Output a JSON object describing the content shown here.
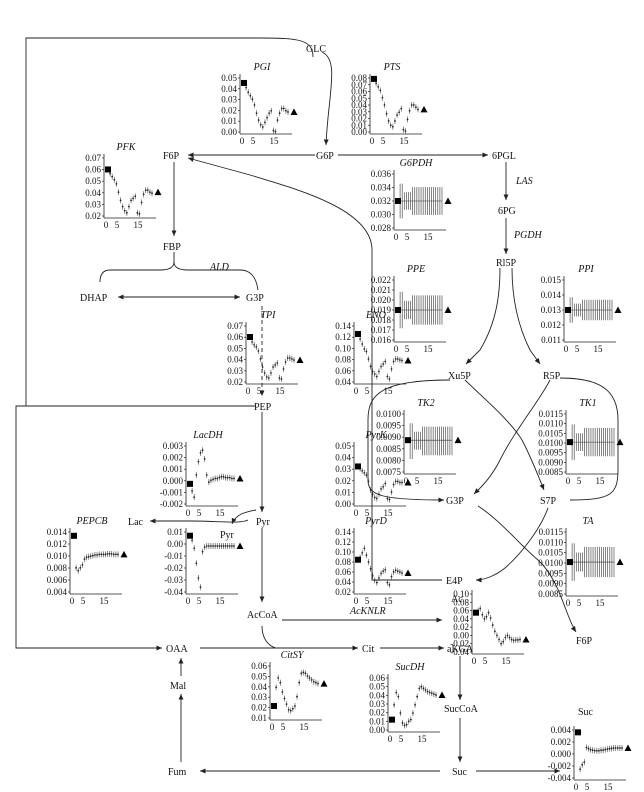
{
  "metabolites": {
    "GLC": "GLC",
    "G6P": "G6P",
    "F6P": "F6P",
    "6PGL": "6PGL",
    "6PG": "6PG",
    "Rl5P": "Rl5P",
    "FBP": "FBP",
    "DHAP": "DHAP",
    "G3P": "G3P",
    "Xu5P": "Xu5P",
    "R5P": "R5P",
    "PEP": "PEP",
    "G3P_b": "G3P",
    "S7P": "S7P",
    "E4P": "E4P",
    "F6P_b": "F6P",
    "Lac": "Lac",
    "Pyr": "Pyr",
    "Ac": "Ac",
    "AcCoA": "AcCoA",
    "OAA": "OAA",
    "Cit": "Cit",
    "aKGA": "aKGA",
    "SucCoA": "SucCoA",
    "Suc": "Suc",
    "Fum": "Fum",
    "Mal": "Mal"
  },
  "reaction_labels": {
    "LAS": "LAS",
    "PGDH": "PGDH",
    "ALD": "ALD",
    "AcKNLR": "AcKNLR"
  },
  "plots": [
    {
      "title": "PGI",
      "yticks": [
        "0.05",
        "0.04",
        "0.03",
        "0.02",
        "0.01",
        "0.00"
      ],
      "xticks": [
        "0",
        "5",
        "15"
      ],
      "ymin": 0.0,
      "ymax": 0.05,
      "series": [
        0.044,
        0.04,
        0.036,
        0.033,
        0.03,
        0.025,
        0.018,
        0.012,
        0.008,
        0.006,
        0.01,
        0.014,
        0.018,
        0.02,
        0.003,
        0.002,
        0.012,
        0.018,
        0.022,
        0.022,
        0.02,
        0.019
      ],
      "start": 0.044,
      "end": 0.019
    },
    {
      "title": "PTS",
      "yticks": [
        "0.08",
        "0.07",
        "0.06",
        "0.05",
        "0.04",
        "0.03",
        "0.02",
        "0.01",
        "0.00"
      ],
      "xticks": [
        "0",
        "5",
        "15"
      ],
      "ymin": 0.0,
      "ymax": 0.08,
      "series": [
        0.076,
        0.07,
        0.065,
        0.06,
        0.05,
        0.04,
        0.028,
        0.018,
        0.012,
        0.01,
        0.018,
        0.026,
        0.03,
        0.035,
        0.006,
        0.004,
        0.02,
        0.032,
        0.04,
        0.04,
        0.037,
        0.034
      ],
      "start": 0.076,
      "end": 0.034
    },
    {
      "title": "PFK",
      "yticks": [
        "0.07",
        "0.06",
        "0.05",
        "0.04",
        "0.03",
        "0.02"
      ],
      "xticks": [
        "0",
        "5",
        "15"
      ],
      "ymin": 0.015,
      "ymax": 0.075,
      "series": [
        0.062,
        0.058,
        0.055,
        0.052,
        0.048,
        0.04,
        0.032,
        0.026,
        0.022,
        0.02,
        0.026,
        0.032,
        0.034,
        0.036,
        0.02,
        0.019,
        0.03,
        0.038,
        0.042,
        0.042,
        0.04,
        0.039
      ],
      "start": 0.062,
      "end": 0.04
    },
    {
      "title": "G6PDH",
      "yticks": [
        "0.036",
        "0.034",
        "0.032",
        "0.030",
        "0.028"
      ],
      "xticks": [
        "0",
        "5",
        "15"
      ],
      "ymin": 0.027,
      "ymax": 0.037,
      "band": [
        0.029,
        0.035
      ],
      "start": 0.032,
      "end": 0.032
    },
    {
      "title": "PPE",
      "yticks": [
        "0.022",
        "0.021",
        "0.020",
        "0.019",
        "0.018",
        "0.017",
        "0.016"
      ],
      "xticks": [
        "0",
        "5",
        "15"
      ],
      "ymin": 0.0155,
      "ymax": 0.0225,
      "band": [
        0.017,
        0.021
      ],
      "start": 0.019,
      "end": 0.019
    },
    {
      "title": "PPI",
      "yticks": [
        "0.015",
        "0.014",
        "0.013",
        "0.012",
        "0.011"
      ],
      "xticks": [
        "0",
        "5",
        "15"
      ],
      "ymin": 0.0105,
      "ymax": 0.0155,
      "band": [
        0.012,
        0.014
      ],
      "start": 0.013,
      "end": 0.013
    },
    {
      "title": "TPI",
      "yticks": [
        "0.07",
        "0.06",
        "0.05",
        "0.04",
        "0.03",
        "0.02"
      ],
      "xticks": [
        "0",
        "5",
        "15"
      ],
      "ymin": 0.015,
      "ymax": 0.075,
      "series": [
        0.062,
        0.057,
        0.054,
        0.052,
        0.048,
        0.04,
        0.032,
        0.026,
        0.022,
        0.021,
        0.026,
        0.032,
        0.034,
        0.036,
        0.021,
        0.02,
        0.03,
        0.037,
        0.041,
        0.041,
        0.04,
        0.039
      ],
      "start": 0.062,
      "end": 0.039
    },
    {
      "title": "ENO",
      "yticks": [
        "0.14",
        "0.12",
        "0.10",
        "0.08",
        "0.06",
        "0.04"
      ],
      "xticks": [
        "0",
        "5",
        "15"
      ],
      "ymin": 0.03,
      "ymax": 0.15,
      "series": [
        0.13,
        0.12,
        0.11,
        0.1,
        0.095,
        0.08,
        0.065,
        0.055,
        0.05,
        0.045,
        0.055,
        0.065,
        0.07,
        0.075,
        0.045,
        0.04,
        0.06,
        0.075,
        0.08,
        0.08,
        0.078,
        0.077
      ],
      "start": 0.13,
      "end": 0.077
    },
    {
      "title": "TK2",
      "yticks": [
        "0.0100",
        "0.0095",
        "0.0090",
        "0.0085",
        "0.0080",
        "0.0075"
      ],
      "xticks": [
        "0",
        "5",
        "15"
      ],
      "ymin": 0.007,
      "ymax": 0.0103,
      "band": [
        0.0078,
        0.0097
      ],
      "start": 0.0088,
      "end": 0.0088
    },
    {
      "title": "TK1",
      "yticks": [
        "0.0115",
        "0.0110",
        "0.0105",
        "0.0100",
        "0.0095",
        "0.0090",
        "0.0085"
      ],
      "xticks": [
        "0",
        "5",
        "15"
      ],
      "ymin": 0.0082,
      "ymax": 0.0117,
      "band": [
        0.009,
        0.011
      ],
      "start": 0.01,
      "end": 0.01
    },
    {
      "title": "LacDH",
      "yticks": [
        "0.003",
        "0.002",
        "0.001",
        "0.000",
        "-0.001",
        "-0.002"
      ],
      "xticks": [
        "0",
        "5",
        "15"
      ],
      "ymin": -0.0025,
      "ymax": 0.0045,
      "series": [
        0.0,
        -0.0008,
        -0.0015,
        0.001,
        0.0025,
        0.0035,
        0.0038,
        0.0028,
        0.001,
        0.0002,
        0.0004,
        0.0005,
        0.0006,
        0.0006,
        0.0007,
        0.0008,
        0.0008,
        0.0007,
        0.0007,
        0.0007,
        0.0006,
        0.0006
      ],
      "start": 0.0,
      "end": 0.0006
    },
    {
      "title": "PyrK",
      "yticks": [
        "0.05",
        "0.04",
        "0.03",
        "0.02",
        "0.01",
        "0.00"
      ],
      "xticks": [
        "0",
        "5",
        "15"
      ],
      "ymin": -0.003,
      "ymax": 0.055,
      "series": [
        0.034,
        0.032,
        0.03,
        0.028,
        0.026,
        0.02,
        0.012,
        0.008,
        0.005,
        0.004,
        0.008,
        0.013,
        0.015,
        0.018,
        0.004,
        0.003,
        0.01,
        0.017,
        0.02,
        0.02,
        0.019,
        0.019
      ],
      "start": 0.034,
      "end": 0.019
    },
    {
      "title": "PEPCB",
      "yticks": [
        "0.014",
        "0.012",
        "0.010",
        "0.008",
        "0.006",
        "0.004"
      ],
      "xticks": [
        "0",
        "5",
        "15"
      ],
      "ymin": 0.0035,
      "ymax": 0.0145,
      "series": [
        0.0135,
        0.008,
        0.0075,
        0.008,
        0.0085,
        0.0095,
        0.0098,
        0.0099,
        0.01,
        0.0101,
        0.0102,
        0.0102,
        0.0103,
        0.0103,
        0.0103,
        0.0103,
        0.0104,
        0.0104,
        0.0104,
        0.0103,
        0.0103,
        0.0103
      ],
      "start": 0.0135,
      "end": 0.0103
    },
    {
      "title": "",
      "yticks": [
        "0.01",
        "0.00",
        "-0.01",
        "-0.02",
        "-0.03",
        "-0.04"
      ],
      "xticks": [
        "0",
        "5",
        "15"
      ],
      "ymin": -0.042,
      "ymax": 0.014,
      "series": [
        0.009,
        0.005,
        -0.002,
        -0.015,
        -0.028,
        -0.036,
        -0.005,
        -0.001,
        0.0,
        0.0,
        0.0,
        0.0,
        0.0,
        0.0,
        0.0,
        0.0,
        0.0,
        0.0,
        0.0,
        0.0,
        0.0,
        0.0
      ],
      "start": 0.009,
      "end": 0.0
    },
    {
      "title": "PyrD",
      "yticks": [
        "0.14",
        "0.12",
        "0.10",
        "0.08",
        "0.06",
        "0.04",
        "0.02"
      ],
      "xticks": [
        "0",
        "5",
        "15"
      ],
      "ymin": 0.01,
      "ymax": 0.15,
      "series": [
        0.085,
        0.09,
        0.1,
        0.11,
        0.095,
        0.08,
        0.065,
        0.05,
        0.04,
        0.035,
        0.045,
        0.055,
        0.06,
        0.063,
        0.035,
        0.03,
        0.048,
        0.058,
        0.062,
        0.06,
        0.058,
        0.056
      ],
      "start": 0.085,
      "end": 0.056
    },
    {
      "title": "TA",
      "yticks": [
        "0.0115",
        "0.0110",
        "0.0105",
        "0.0100",
        "0.0095",
        "0.0090",
        "0.0085"
      ],
      "xticks": [
        "0",
        "5",
        "15"
      ],
      "ymin": 0.0082,
      "ymax": 0.0117,
      "band": [
        0.009,
        0.011
      ],
      "start": 0.01,
      "end": 0.01
    },
    {
      "title": "",
      "yticks": [
        "0.10",
        "0.08",
        "0.06",
        "0.04",
        "0.02",
        "0.00",
        "-0.02",
        "-0.04"
      ],
      "xticks": [
        "0",
        "5",
        "15"
      ],
      "ymin": -0.045,
      "ymax": 0.105,
      "series": [
        0.055,
        0.06,
        0.065,
        0.05,
        0.04,
        0.045,
        0.055,
        0.042,
        0.025,
        0.01,
        0.0,
        -0.01,
        -0.02,
        -0.015,
        -0.005,
        0.0,
        -0.005,
        -0.01,
        -0.012,
        -0.011,
        -0.011,
        -0.01
      ],
      "start": 0.055,
      "end": -0.01
    },
    {
      "title": "CitSY",
      "yticks": [
        "0.06",
        "0.05",
        "0.04",
        "0.03",
        "0.02",
        "0.01"
      ],
      "xticks": [
        "0",
        "5",
        "15"
      ],
      "ymin": 0.005,
      "ymax": 0.065,
      "series": [
        0.02,
        0.04,
        0.05,
        0.045,
        0.035,
        0.028,
        0.022,
        0.016,
        0.015,
        0.017,
        0.02,
        0.03,
        0.045,
        0.055,
        0.056,
        0.055,
        0.052,
        0.05,
        0.048,
        0.046,
        0.045,
        0.044
      ],
      "start": 0.02,
      "end": 0.044
    },
    {
      "title": "SucDH",
      "yticks": [
        "0.06",
        "0.05",
        "0.04",
        "0.03",
        "0.02",
        "0.01",
        "0.00"
      ],
      "xticks": [
        "0",
        "5",
        "15"
      ],
      "ymin": -0.003,
      "ymax": 0.065,
      "series": [
        0.012,
        0.03,
        0.045,
        0.04,
        0.02,
        0.008,
        0.005,
        0.006,
        0.01,
        0.012,
        0.02,
        0.03,
        0.04,
        0.05,
        0.052,
        0.05,
        0.048,
        0.046,
        0.045,
        0.044,
        0.043,
        0.042
      ],
      "start": 0.012,
      "end": 0.042
    },
    {
      "title": "",
      "yticks": [
        "0.004",
        "0.002",
        "0.000",
        "-0.002",
        "-0.004"
      ],
      "xticks": [
        "0",
        "5",
        "15"
      ],
      "ymin": -0.0048,
      "ymax": 0.0048,
      "series": [
        0.004,
        -0.0028,
        -0.002,
        -0.0015,
        0.0012,
        0.001,
        0.0008,
        0.0007,
        0.0006,
        0.0006,
        0.0006,
        0.0007,
        0.0007,
        0.0008,
        0.0009,
        0.001,
        0.001,
        0.0011,
        0.0011,
        0.0011,
        0.0011,
        0.0011
      ],
      "start": 0.004,
      "end": 0.0011
    }
  ]
}
